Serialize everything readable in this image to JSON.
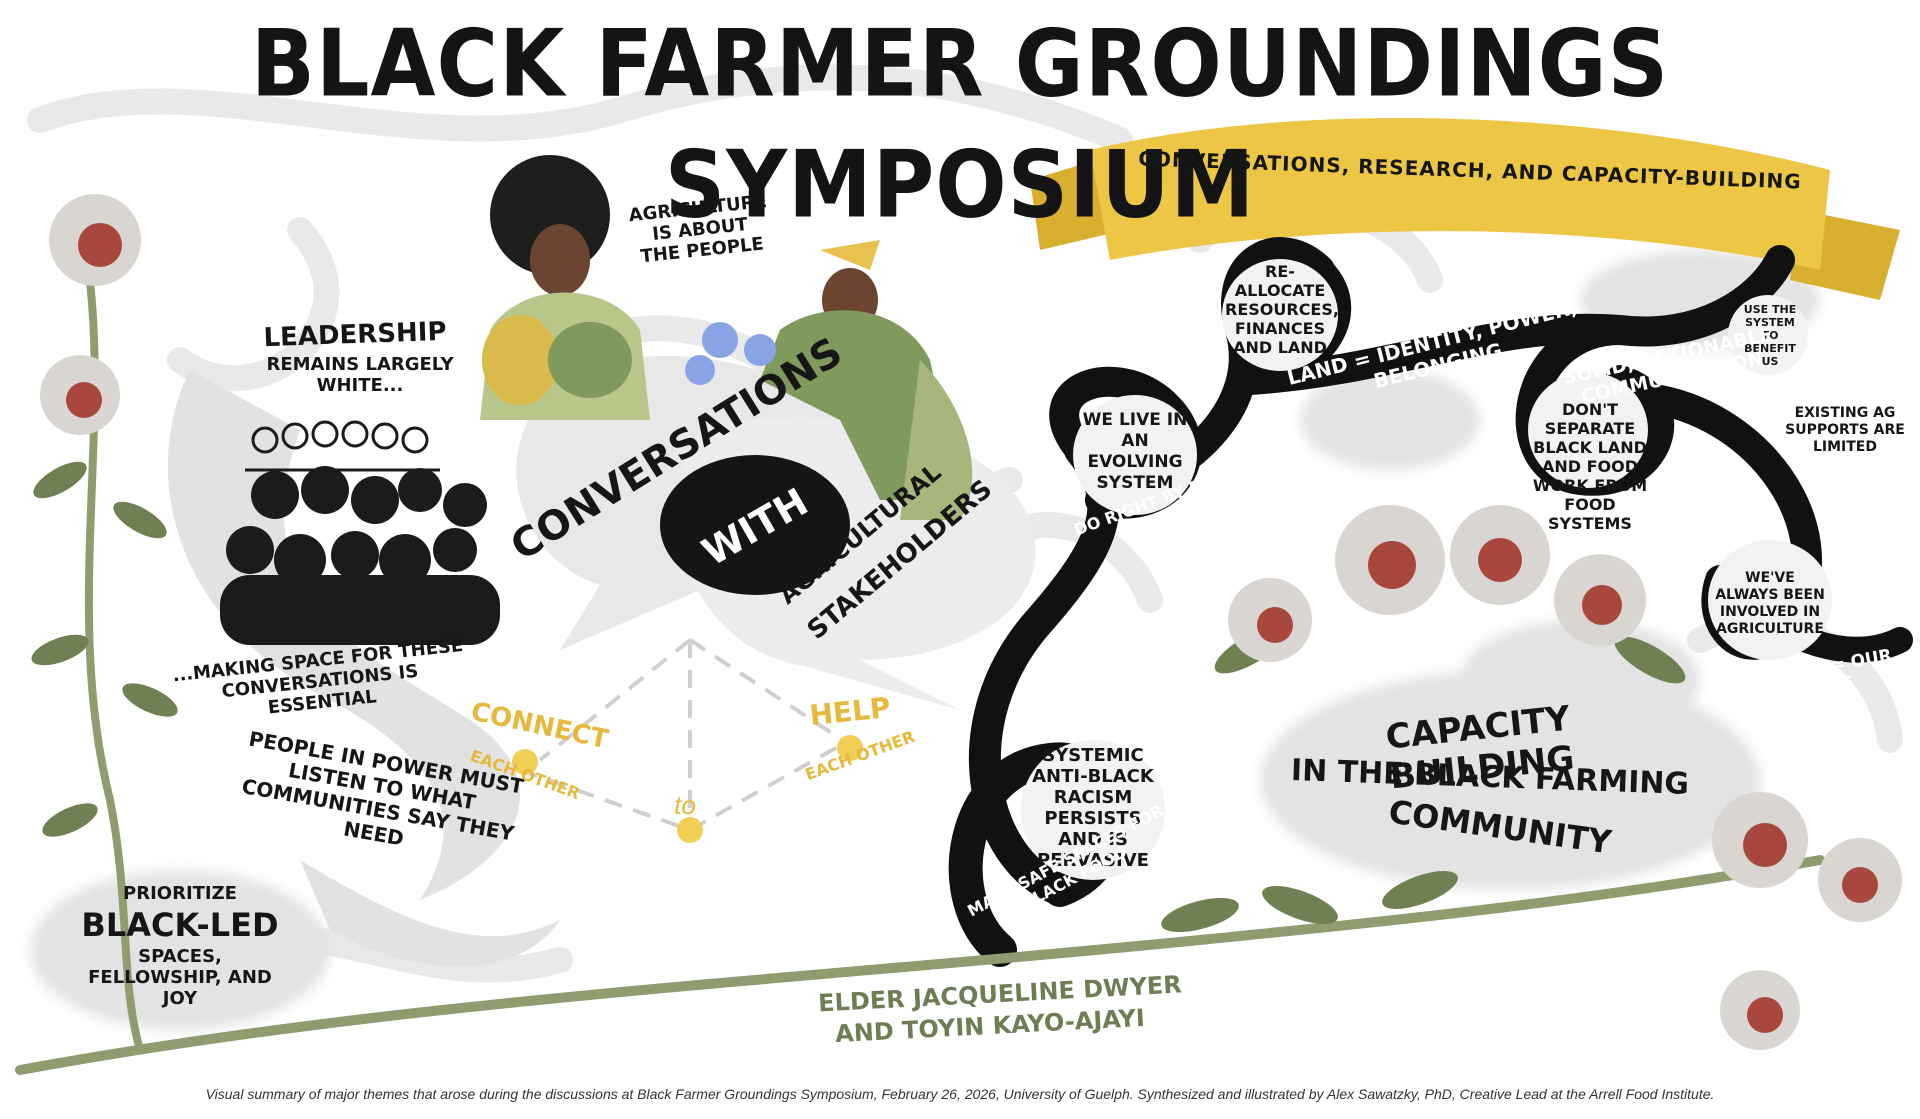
{
  "title": "BLACK FARMER GROUNDINGS SYMPOSIUM",
  "banner": "CONVERSATIONS, RESEARCH, and CAPACITY-BUILDING",
  "left": {
    "agriculture_note": "AGRICULTURE is ABOUT the PEOPLE",
    "leadership_heading": "LEADERSHIP",
    "leadership_sub": "REMAINS LARGELY WHITE...",
    "making_space": "...MAKING SPACE for THESE CONVERSATIONS is ESSENTIAL",
    "people_in_power": "PEOPLE in POWER MUST LISTEN to WHAT COMMUNITIES SAY THEY NEED",
    "prioritize_top": "PRIORITIZE",
    "prioritize_main": "BLACK-LED",
    "prioritize_bottom": "SPACES, FELLOWSHIP, and JOY"
  },
  "center": {
    "conversations": "CONVERSATIONS",
    "with": "WITH",
    "stakeholders_1": "AGRICULTURAL",
    "stakeholders_2": "STAKEHOLDERS",
    "connect": "CONNECT",
    "connect_sub": "EACH OTHER",
    "to": "to",
    "help": "HELP",
    "help_sub": "EACH OTHER"
  },
  "ribbon": {
    "reallocate": "RE-ALLOCATE RESOURCES, FINANCES and LAND",
    "land_identity": "LAND = IDENTITY, POWER, BELONGING",
    "use_system": "USE the SYSTEM to BENEFIT US",
    "solid_comm": "SOLID, ACTIONABLE COMMUNICATION",
    "existing_ag": "EXISTING AG SUPPORTS are LIMITED",
    "evolving": "WE LIVE in an EVOLVING SYSTEM",
    "do_right": "DO RIGHT BY EARTH",
    "dont_separate": "DON'T SEPARATE BLACK LAND and FOOD WORK from FOOD SYSTEMS",
    "always_involved": "WE'VE ALWAYS BEEN INVOLVED in AGRICULTURE",
    "our_food": "OUR FOOD = OUR CULTURE",
    "systemic": "SYSTEMIC ANTI-BLACK RACISM PERSISTS and is PERVASIVE",
    "safe_spaces": "MAKE SAFE SPACES for BLACK FOOD"
  },
  "capacity": {
    "line1": "CAPACITY BUILDING",
    "line2": "in the BLACK FARMING",
    "line3": "COMMUNITY"
  },
  "credits": {
    "line1": "ELDER JACQUELINE DWYER",
    "line2": "and TOYIN KAYO-AJAYI"
  },
  "caption": "Visual summary of major themes that arose during the discussions at Black Farmer Groundings Symposium, February 26, 2026, University of Guelph. Synthesized and illustrated by Alex Sawatzky, PhD, Creative Lead at the Arrell Food Institute.",
  "colors": {
    "ink": "#141414",
    "banner_yellow": "#edc646",
    "sprout_yellow": "#e6b93d",
    "leaf_green": "#7a8b5c",
    "flower_red": "#a8473e",
    "cloud_grey": "#e3e3e3"
  }
}
